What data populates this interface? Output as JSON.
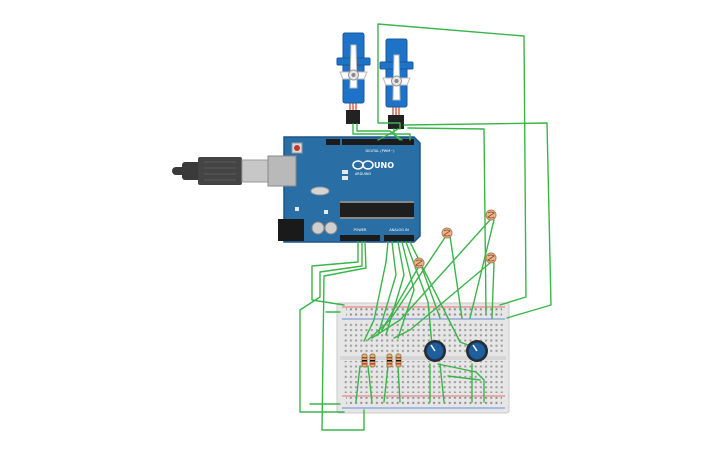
{
  "arduino": {
    "model_text": "UNO",
    "brand_text": "ARDUINO",
    "digital_header_text": "DIGITAL (PWM~)",
    "analog_header_text": "ANALOG IN",
    "power_header_text": "POWER",
    "board_color": "#2a6ea6",
    "board_edge_color": "#1d5587"
  },
  "servos": [
    {
      "id": "servo-1",
      "color": "#1e73c8"
    },
    {
      "id": "servo-2",
      "color": "#1e73c8"
    }
  ],
  "potentiometers": [
    {
      "id": "potentiometer-1",
      "knob_color": "#1f5f9e"
    },
    {
      "id": "potentiometer-2",
      "knob_color": "#1f5f9e"
    }
  ],
  "photoresistors": [
    {
      "id": "photoresistor-1"
    },
    {
      "id": "photoresistor-2"
    },
    {
      "id": "photoresistor-3"
    },
    {
      "id": "photoresistor-4"
    }
  ],
  "resistors": [
    {
      "id": "resistor-1"
    },
    {
      "id": "resistor-2"
    },
    {
      "id": "resistor-3"
    },
    {
      "id": "resistor-4"
    }
  ],
  "colors": {
    "wire": "#3ab54a",
    "breadboard": "#e6e6e6",
    "rail_red": "#e0474c",
    "rail_blue": "#3d6fd1",
    "usb_cable": "#3a3a3a",
    "usb_plug": "#c7c7c7"
  }
}
